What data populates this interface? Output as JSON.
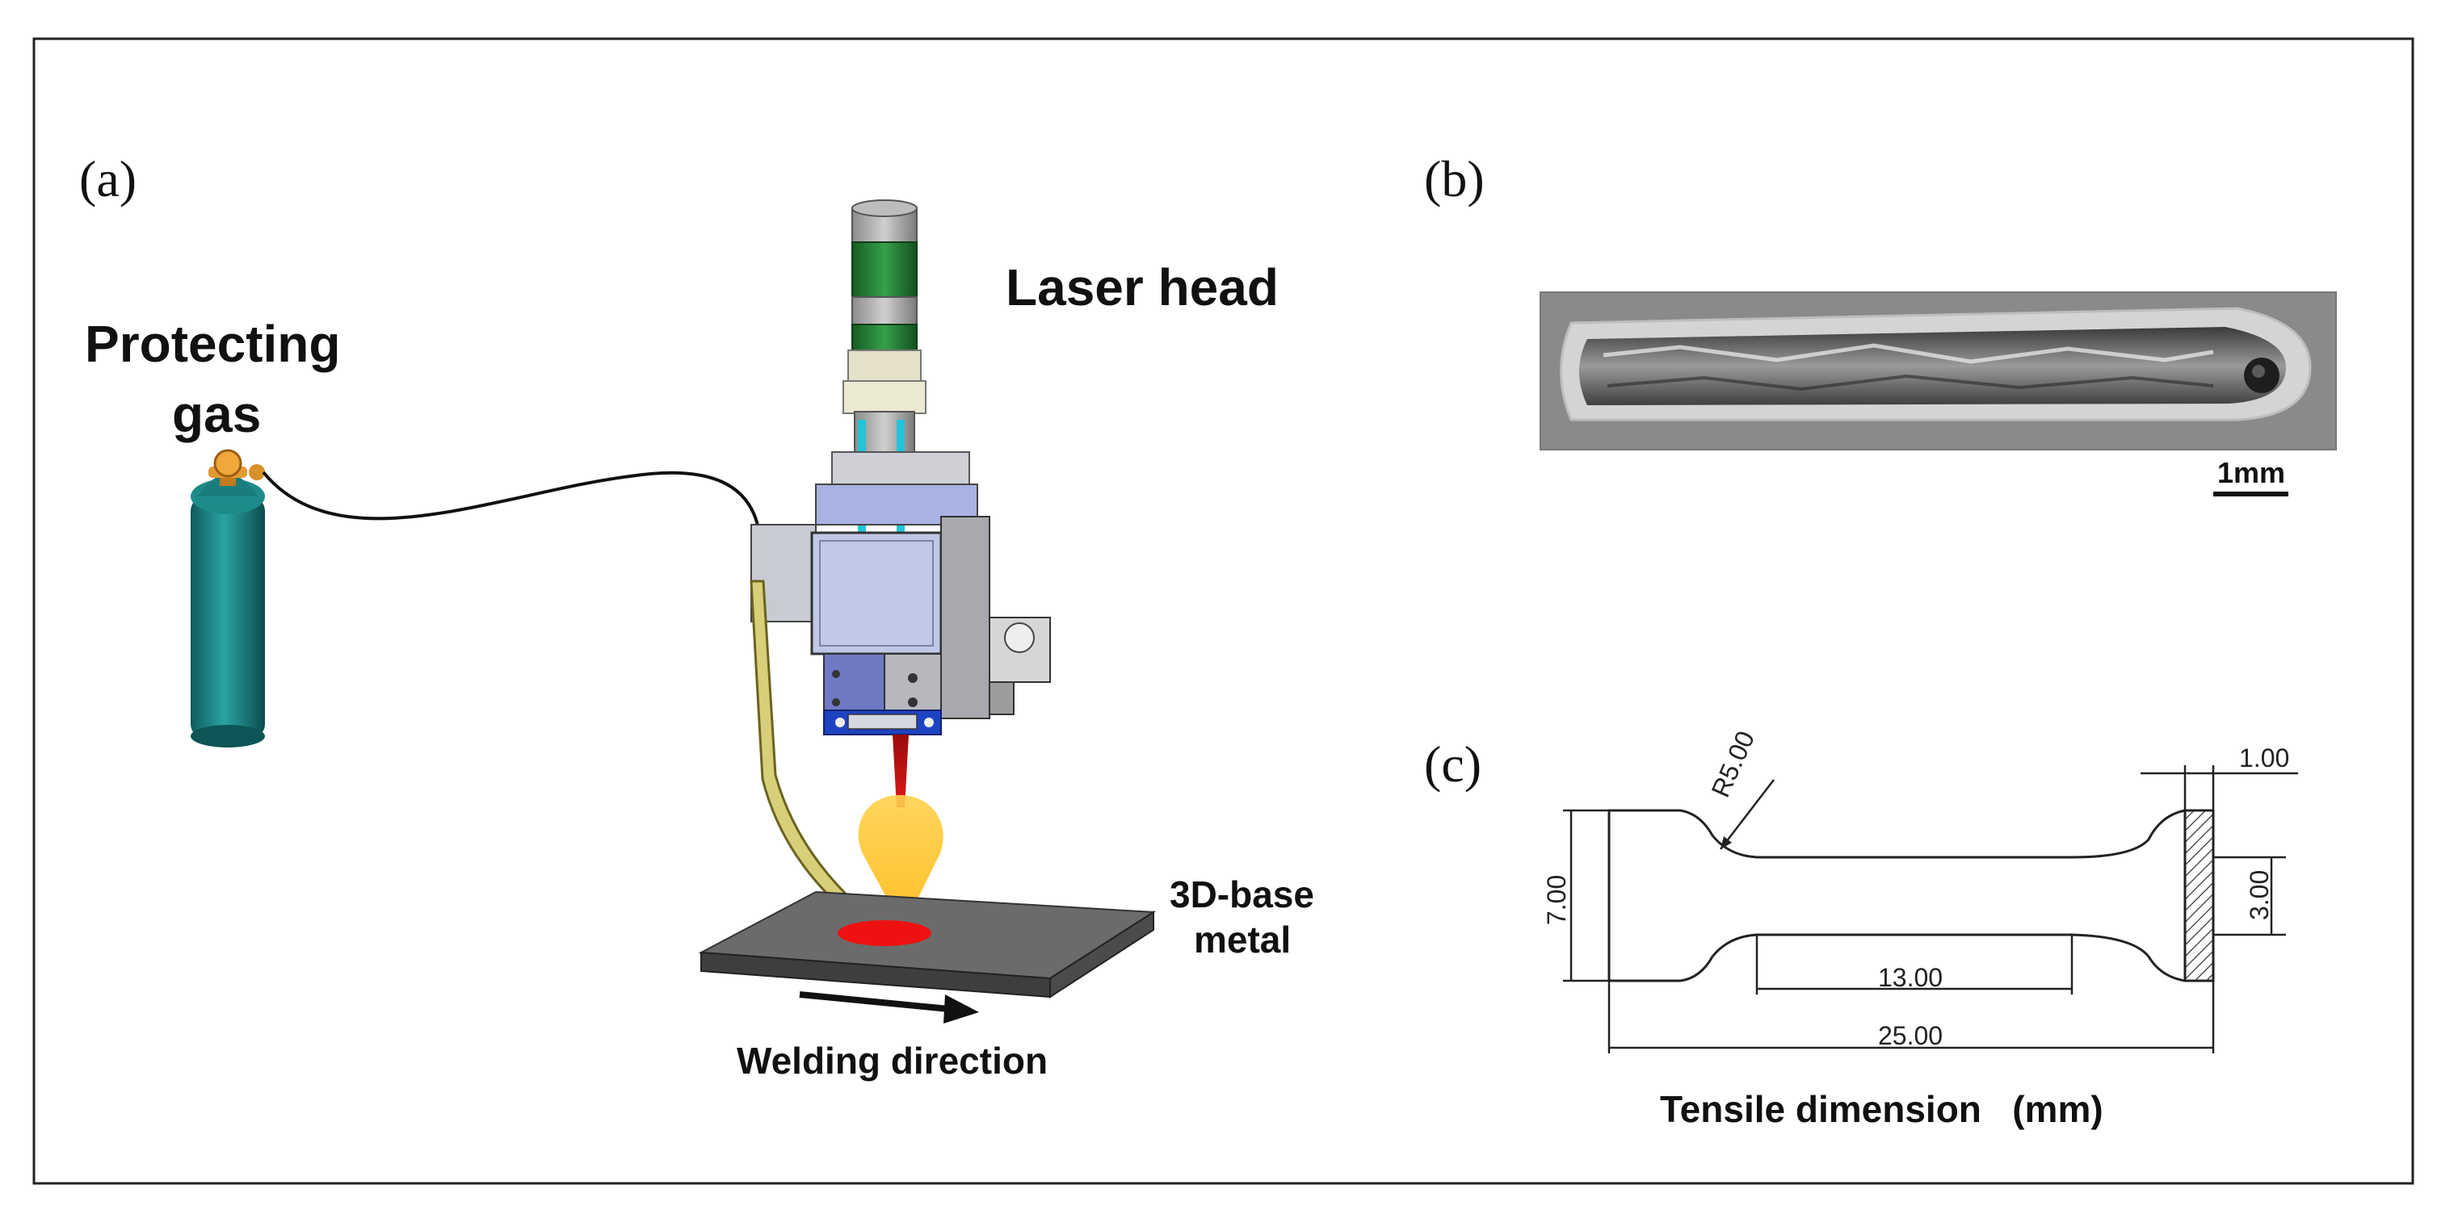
{
  "panels": {
    "a": {
      "label": "(a)",
      "protecting_gas": [
        "Protecting",
        "gas"
      ],
      "laser_head": "Laser head",
      "base_metal": [
        "3D-base",
        "metal"
      ],
      "welding_direction": "Welding direction"
    },
    "b": {
      "label": "(b)",
      "scale_bar": "1mm"
    },
    "c": {
      "label": "(c)",
      "radius": "R5.00",
      "thickness": "1.00",
      "width_total": "7.00",
      "width_gauge": "3.00",
      "gauge_length": "13.00",
      "total_length": "25.00",
      "caption": "Tensile dimension   (mm)"
    }
  },
  "colors": {
    "cylinder": "#1f8a8a",
    "valve": "#d8912a",
    "laser_beam": "#cc1111",
    "plume": "#ffc433",
    "melt_pool": "#ee1111",
    "plate": "#6a6a6a",
    "head_body": "#b9c3e0",
    "head_ring": "#2b7f3a"
  }
}
